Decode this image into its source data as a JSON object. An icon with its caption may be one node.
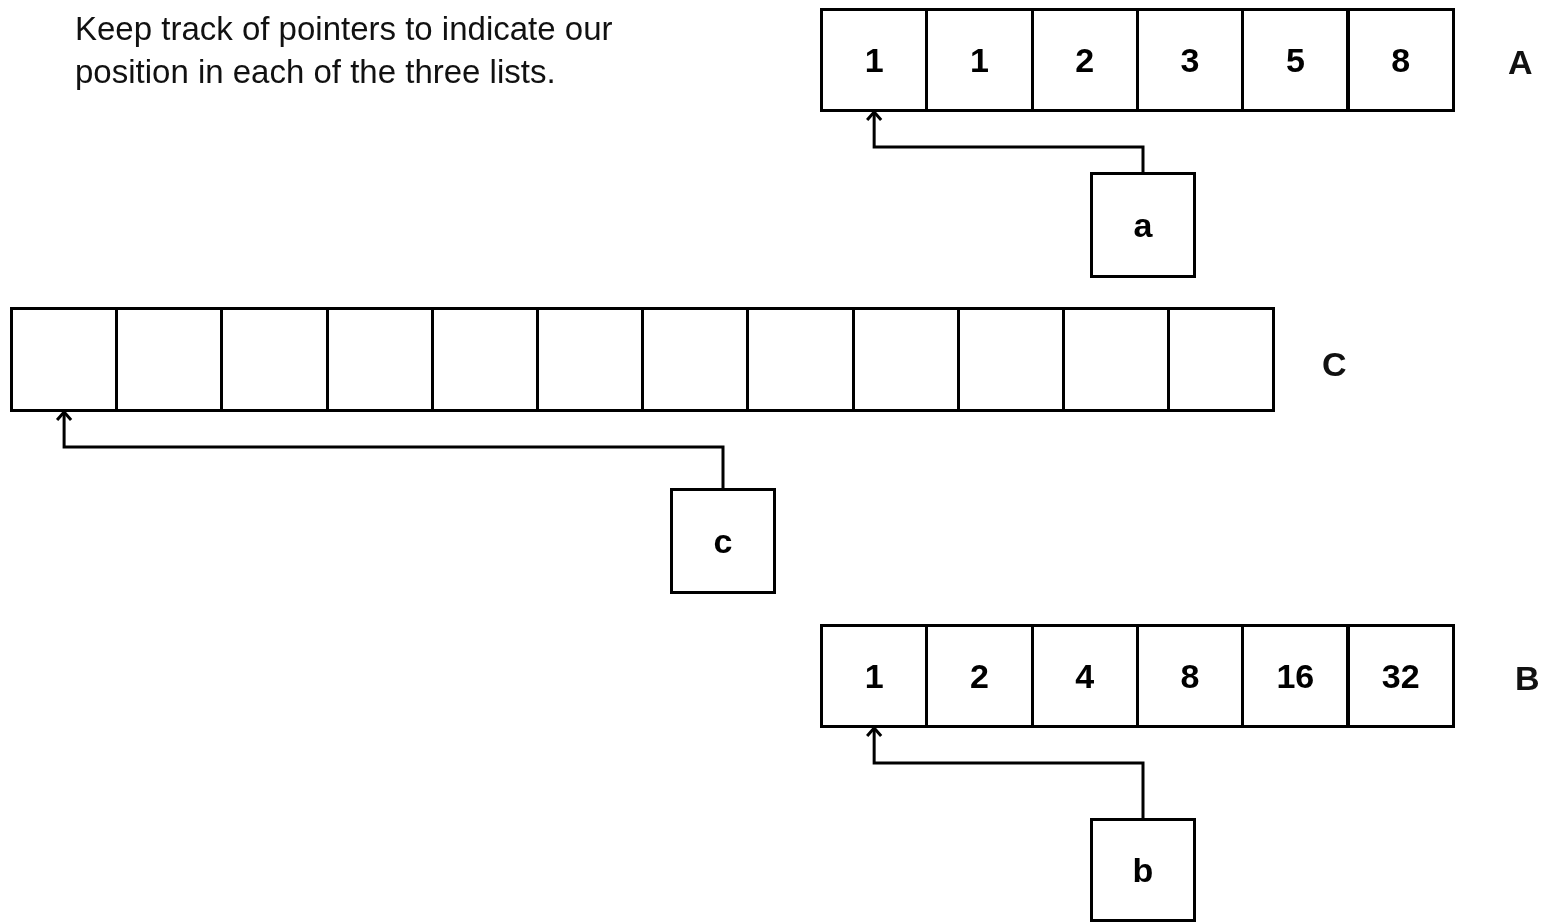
{
  "diagram": {
    "nodes": [
      {
        "text": [
          "1"
        ]
      },
      {
        "text": [
          "1"
        ]
      },
      {
        "text": [
          "2"
        ]
      },
      {
        "text": [
          "3"
        ]
      },
      {
        "text": [
          "5"
        ]
      },
      {
        "text": [
          "8"
        ]
      },
      {
        "text": [
          "a"
        ]
      },
      {
        "text": [],
        "shape": "box"
      },
      {
        "text": [],
        "shape": "box"
      },
      {
        "text": [],
        "shape": "box"
      },
      {
        "text": [],
        "shape": "box"
      },
      {
        "text": [],
        "shape": "box"
      },
      {
        "text": [],
        "shape": "box"
      },
      {
        "text": [],
        "shape": "box"
      },
      {
        "text": [],
        "shape": "box"
      },
      {
        "text": [],
        "shape": "box"
      },
      {
        "text": [],
        "shape": "box"
      },
      {
        "text": [],
        "shape": "box"
      },
      {
        "text": [],
        "shape": "box"
      },
      {
        "text": [
          "c"
        ]
      },
      {
        "text": [
          "1"
        ]
      },
      {
        "text": [
          "2"
        ]
      },
      {
        "text": [
          "4"
        ]
      },
      {
        "text": [
          "8"
        ]
      },
      {
        "text": [
          "16"
        ]
      },
      {
        "text": [
          "32"
        ]
      },
      {
        "text": [
          "b"
        ]
      }
    ],
    "edges": [
      {
        "from": 6,
        "to": 0,
        "arrow": "to"
      },
      {
        "from": 19,
        "to": 7,
        "arrow": "to"
      },
      {
        "from": 26,
        "to": 20,
        "arrow": "to"
      }
    ],
    "labels": [
      "Keep track of pointers to indicate our position in each of the three lists.",
      "A",
      "C",
      "B"
    ]
  }
}
